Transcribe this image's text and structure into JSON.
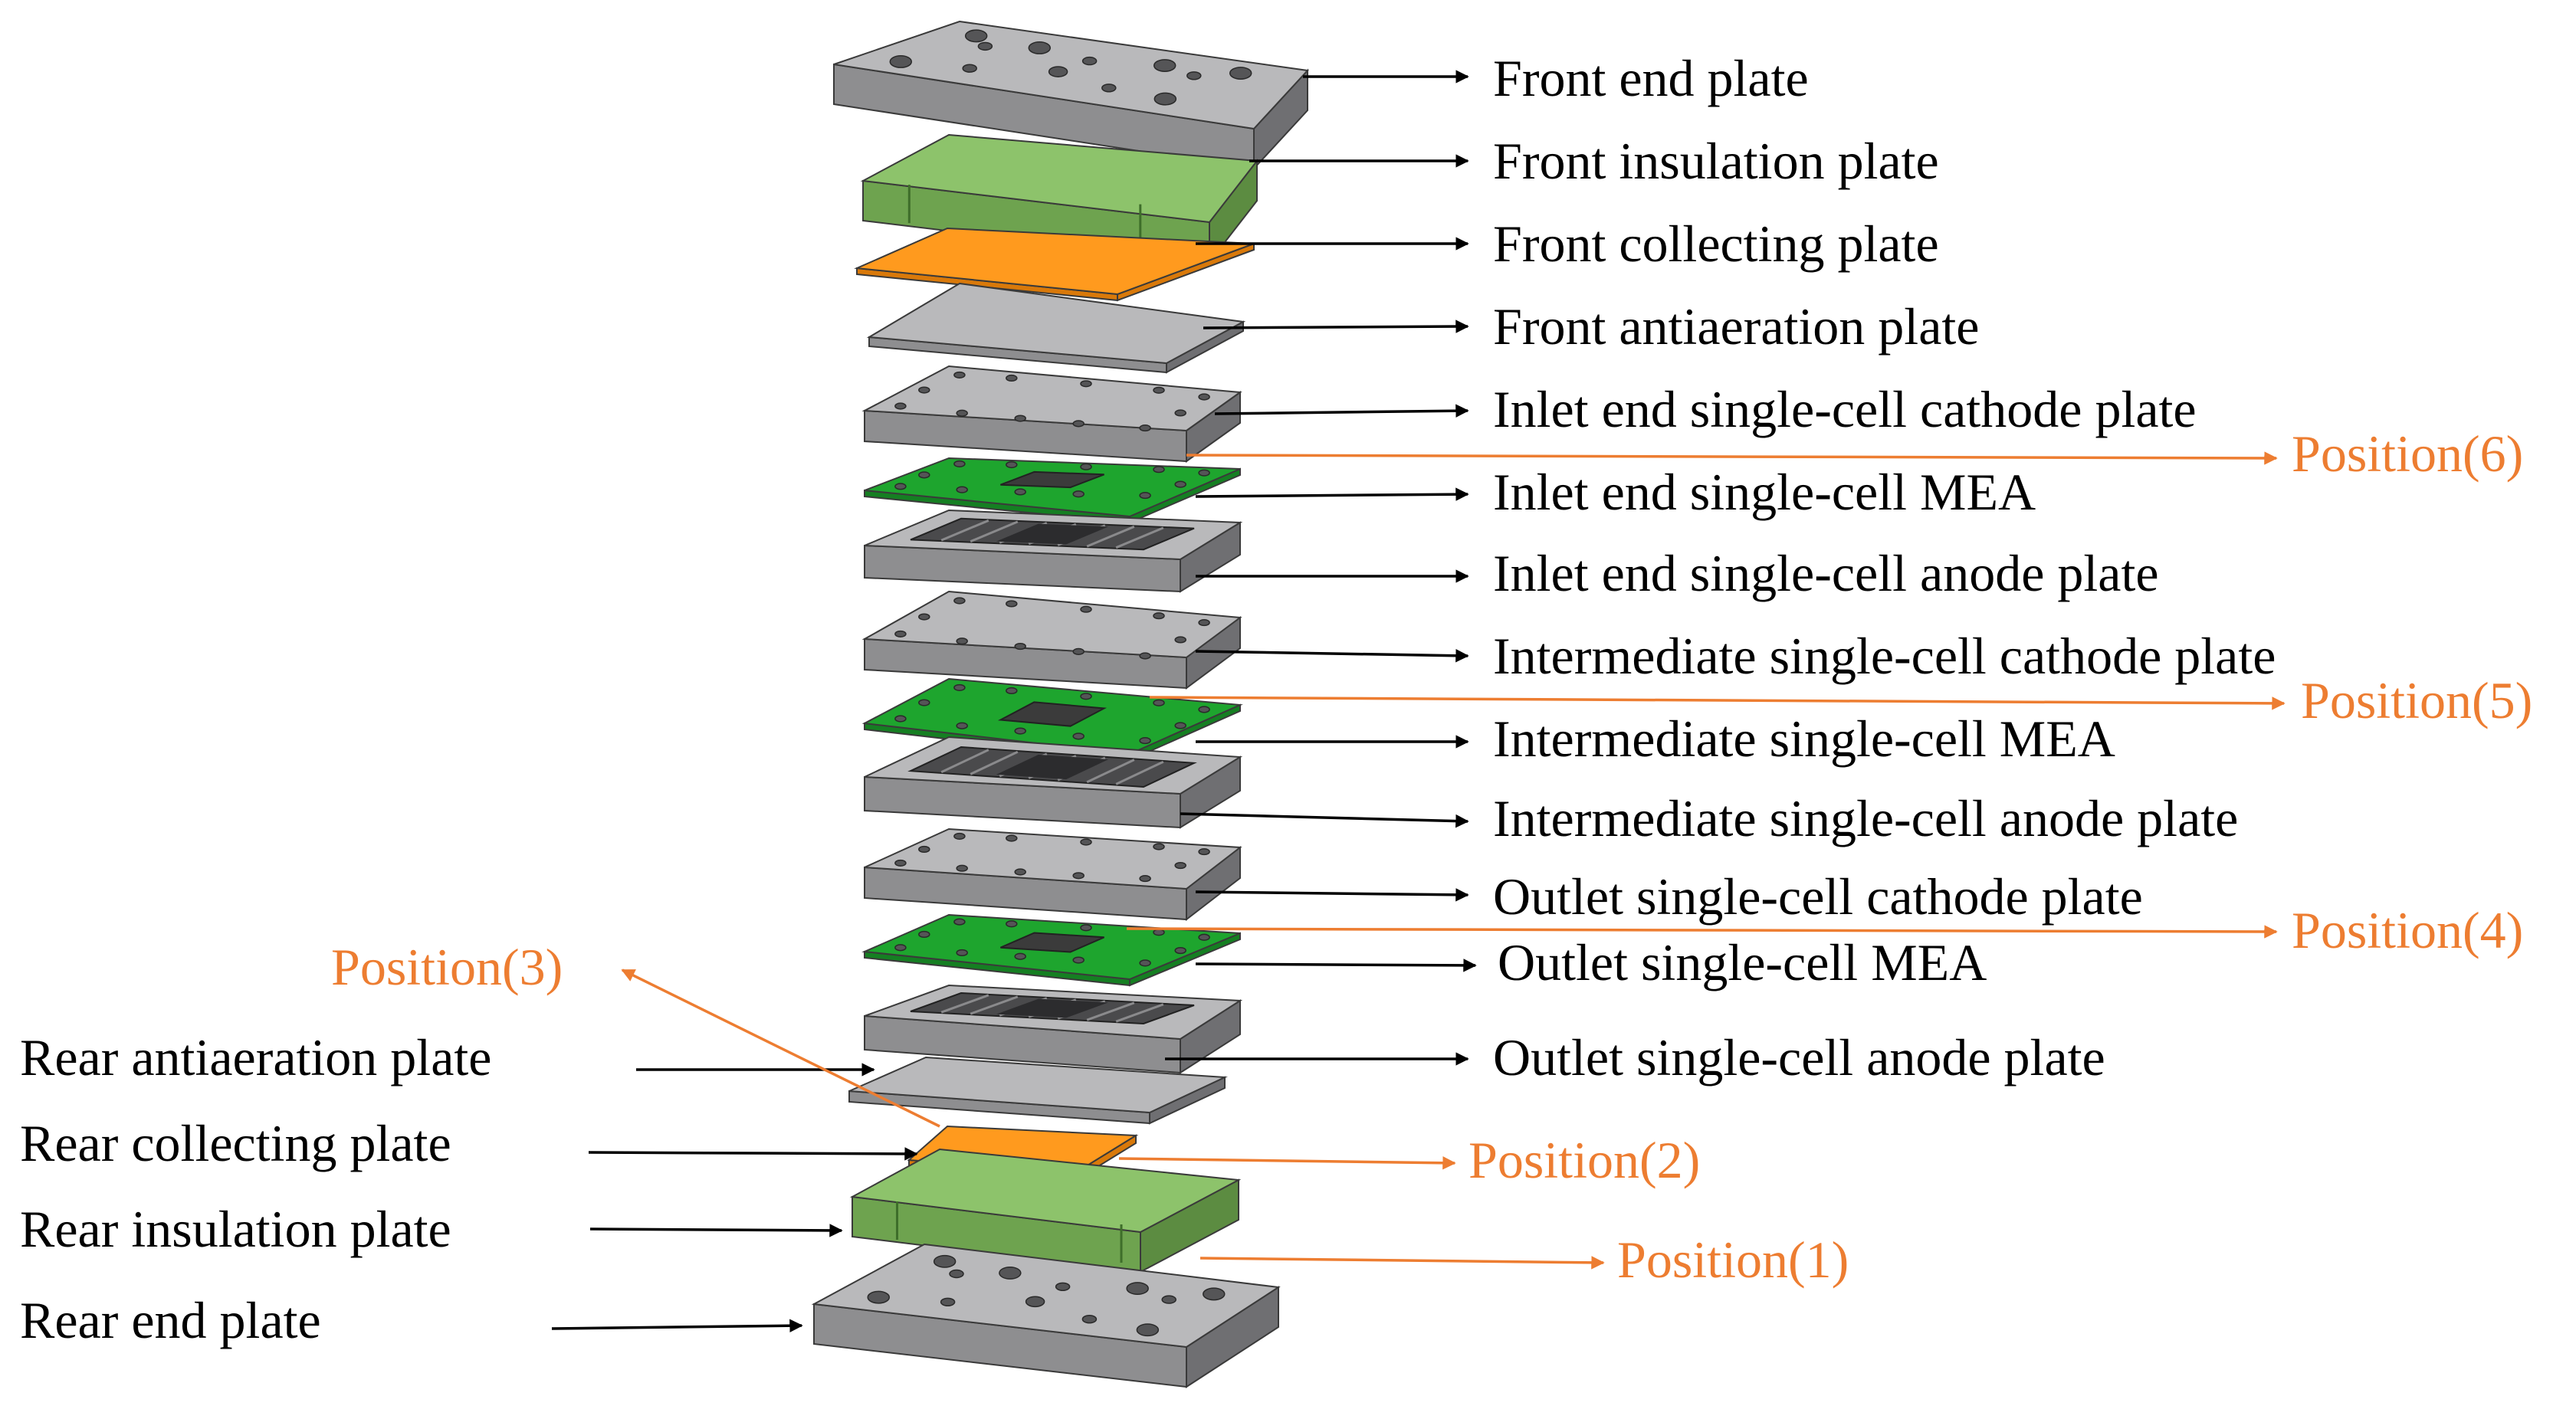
{
  "colors": {
    "gray_top": "#b9b9bb",
    "gray_front": "#8e8e90",
    "gray_side": "#6f6f72",
    "green_light_top": "#8dc36b",
    "green_light_front": "#6ea34f",
    "green_light_side": "#5c8c41",
    "green_dark_top": "#1ea52e",
    "green_dark_front": "#157f22",
    "orange_top": "#ff9a1e",
    "orange_front": "#d9790a",
    "pointer_black": "#000000",
    "pointer_orange": "#ed7d31",
    "text_black": "#000000",
    "text_orange": "#ed7d31"
  },
  "right_labels": [
    "Front end plate",
    "Front insulation plate",
    "Front collecting plate",
    "Front antiaeration plate",
    "Inlet end single-cell cathode plate",
    "Inlet end single-cell MEA",
    "Inlet end single-cell anode plate",
    "Intermediate single-cell cathode plate",
    "Intermediate single-cell MEA",
    "Intermediate single-cell anode plate",
    "Outlet single-cell cathode plate",
    "Outlet single-cell MEA",
    "Outlet single-cell anode plate"
  ],
  "left_labels": [
    "Rear antiaeration plate",
    "Rear collecting plate",
    "Rear insulation plate",
    "Rear end plate"
  ],
  "positions": [
    "Position(1)",
    "Position(2)",
    "Position(3)",
    "Position(4)",
    "Position(5)",
    "Position(6)"
  ]
}
